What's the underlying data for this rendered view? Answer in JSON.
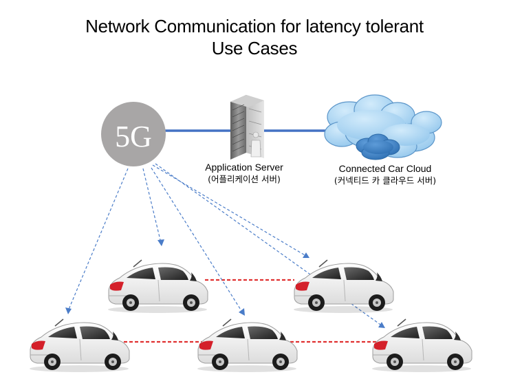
{
  "slide": {
    "title_line1": "Network Communication for latency tolerant",
    "title_line2": "Use Cases"
  },
  "network": {
    "node_label": "5G",
    "node_color": "#a8a6a6",
    "link_color": "#4472c4",
    "broadcast_color": "#4a7cc8",
    "v2v_color": "#e03030"
  },
  "server": {
    "label": "Application Server",
    "label_kr": "(어플리케이션 서버)",
    "icon": "server-rack-icon"
  },
  "cloud": {
    "label": "Connected Car Cloud",
    "label_kr": "(커넥티드 카 클라우드 서버)",
    "icon": "cloud-icon",
    "light_color": "#a9d4f2",
    "dark_color": "#3a7fc4"
  },
  "cars": {
    "icon": "car-icon",
    "body_color": "#f4f4f4",
    "tail_light_color": "#d4202a",
    "count": 5
  }
}
